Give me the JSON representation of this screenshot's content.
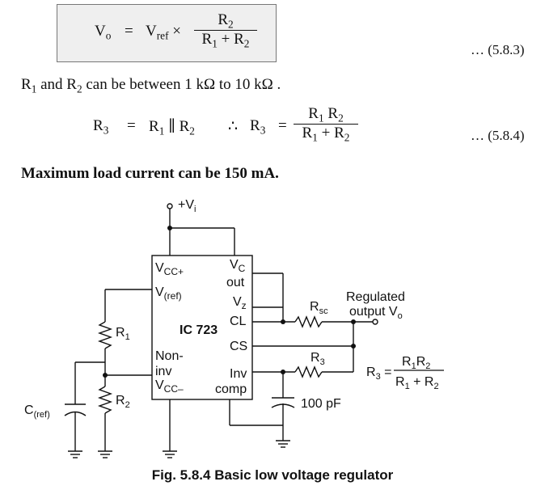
{
  "eq1": {
    "lhs": "Vo",
    "eq": "=",
    "rhs": "Vref ×",
    "num": "R2",
    "den": "R1 + R2",
    "number": "… (5.8.3)"
  },
  "range_text": "R1 and R2 can be between 1 kΩ to 10 kΩ .",
  "eq2": {
    "lhs": "R3",
    "eq": "=",
    "mid": "R1 ∥ R2",
    "therefore": "∴",
    "lhs2": "R3",
    "eq2": "=",
    "num": "R1 R2",
    "den": "R1 + R2",
    "number": "… (5.8.4)"
  },
  "max_current": "Maximum load current can be 150 mA.",
  "circuit": {
    "vi": "+Vi",
    "pins_left": [
      "VCC+",
      "V(ref)",
      "Non-",
      "inv",
      "VCC–"
    ],
    "pins_right": [
      "VC",
      "out",
      "Vz",
      "CL",
      "CS",
      "Inv",
      "comp"
    ],
    "ic_name": "IC 723",
    "r1": "R1",
    "r2": "R2",
    "r3": "R3",
    "rsc": "Rsc",
    "cref": "C(ref)",
    "cap": "100 pF",
    "out_label_1": "Regulated",
    "out_label_2": "output Vo",
    "r3_formula_lhs": "R3 =",
    "r3_formula_num": "R1R2",
    "r3_formula_den": "R1 + R2"
  },
  "caption": "Fig. 5.8.4 Basic low voltage regulator"
}
